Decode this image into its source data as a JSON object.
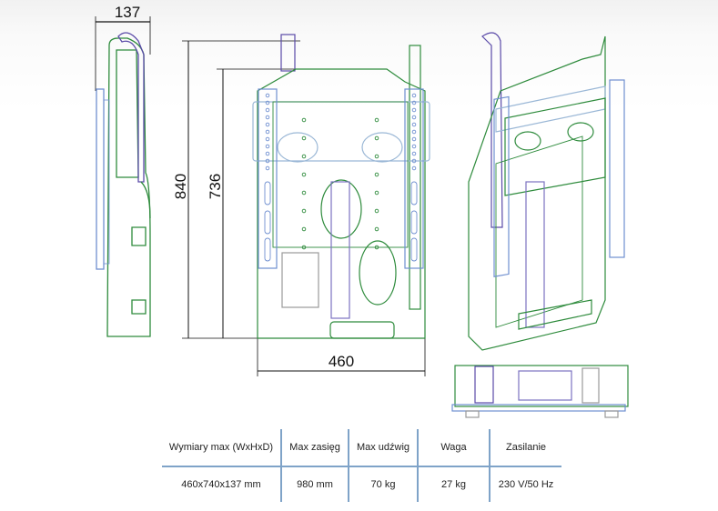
{
  "dimensions": {
    "depth": "137",
    "height_total": "840",
    "height_inner": "736",
    "width": "460"
  },
  "colors": {
    "frame": "#2e8b3c",
    "plate": "#6f8fd0",
    "chain": "#5a4aa8",
    "dimension_line": "#111111",
    "table_rule": "#7fa3c8"
  },
  "spec_table": {
    "headers": [
      "Wymiary max (WxHxD)",
      "Max zasięg",
      "Max udźwig",
      "Waga",
      "Zasilanie"
    ],
    "values": [
      "460x740x137 mm",
      "980 mm",
      "70 kg",
      "27 kg",
      "230 V/50 Hz"
    ]
  }
}
